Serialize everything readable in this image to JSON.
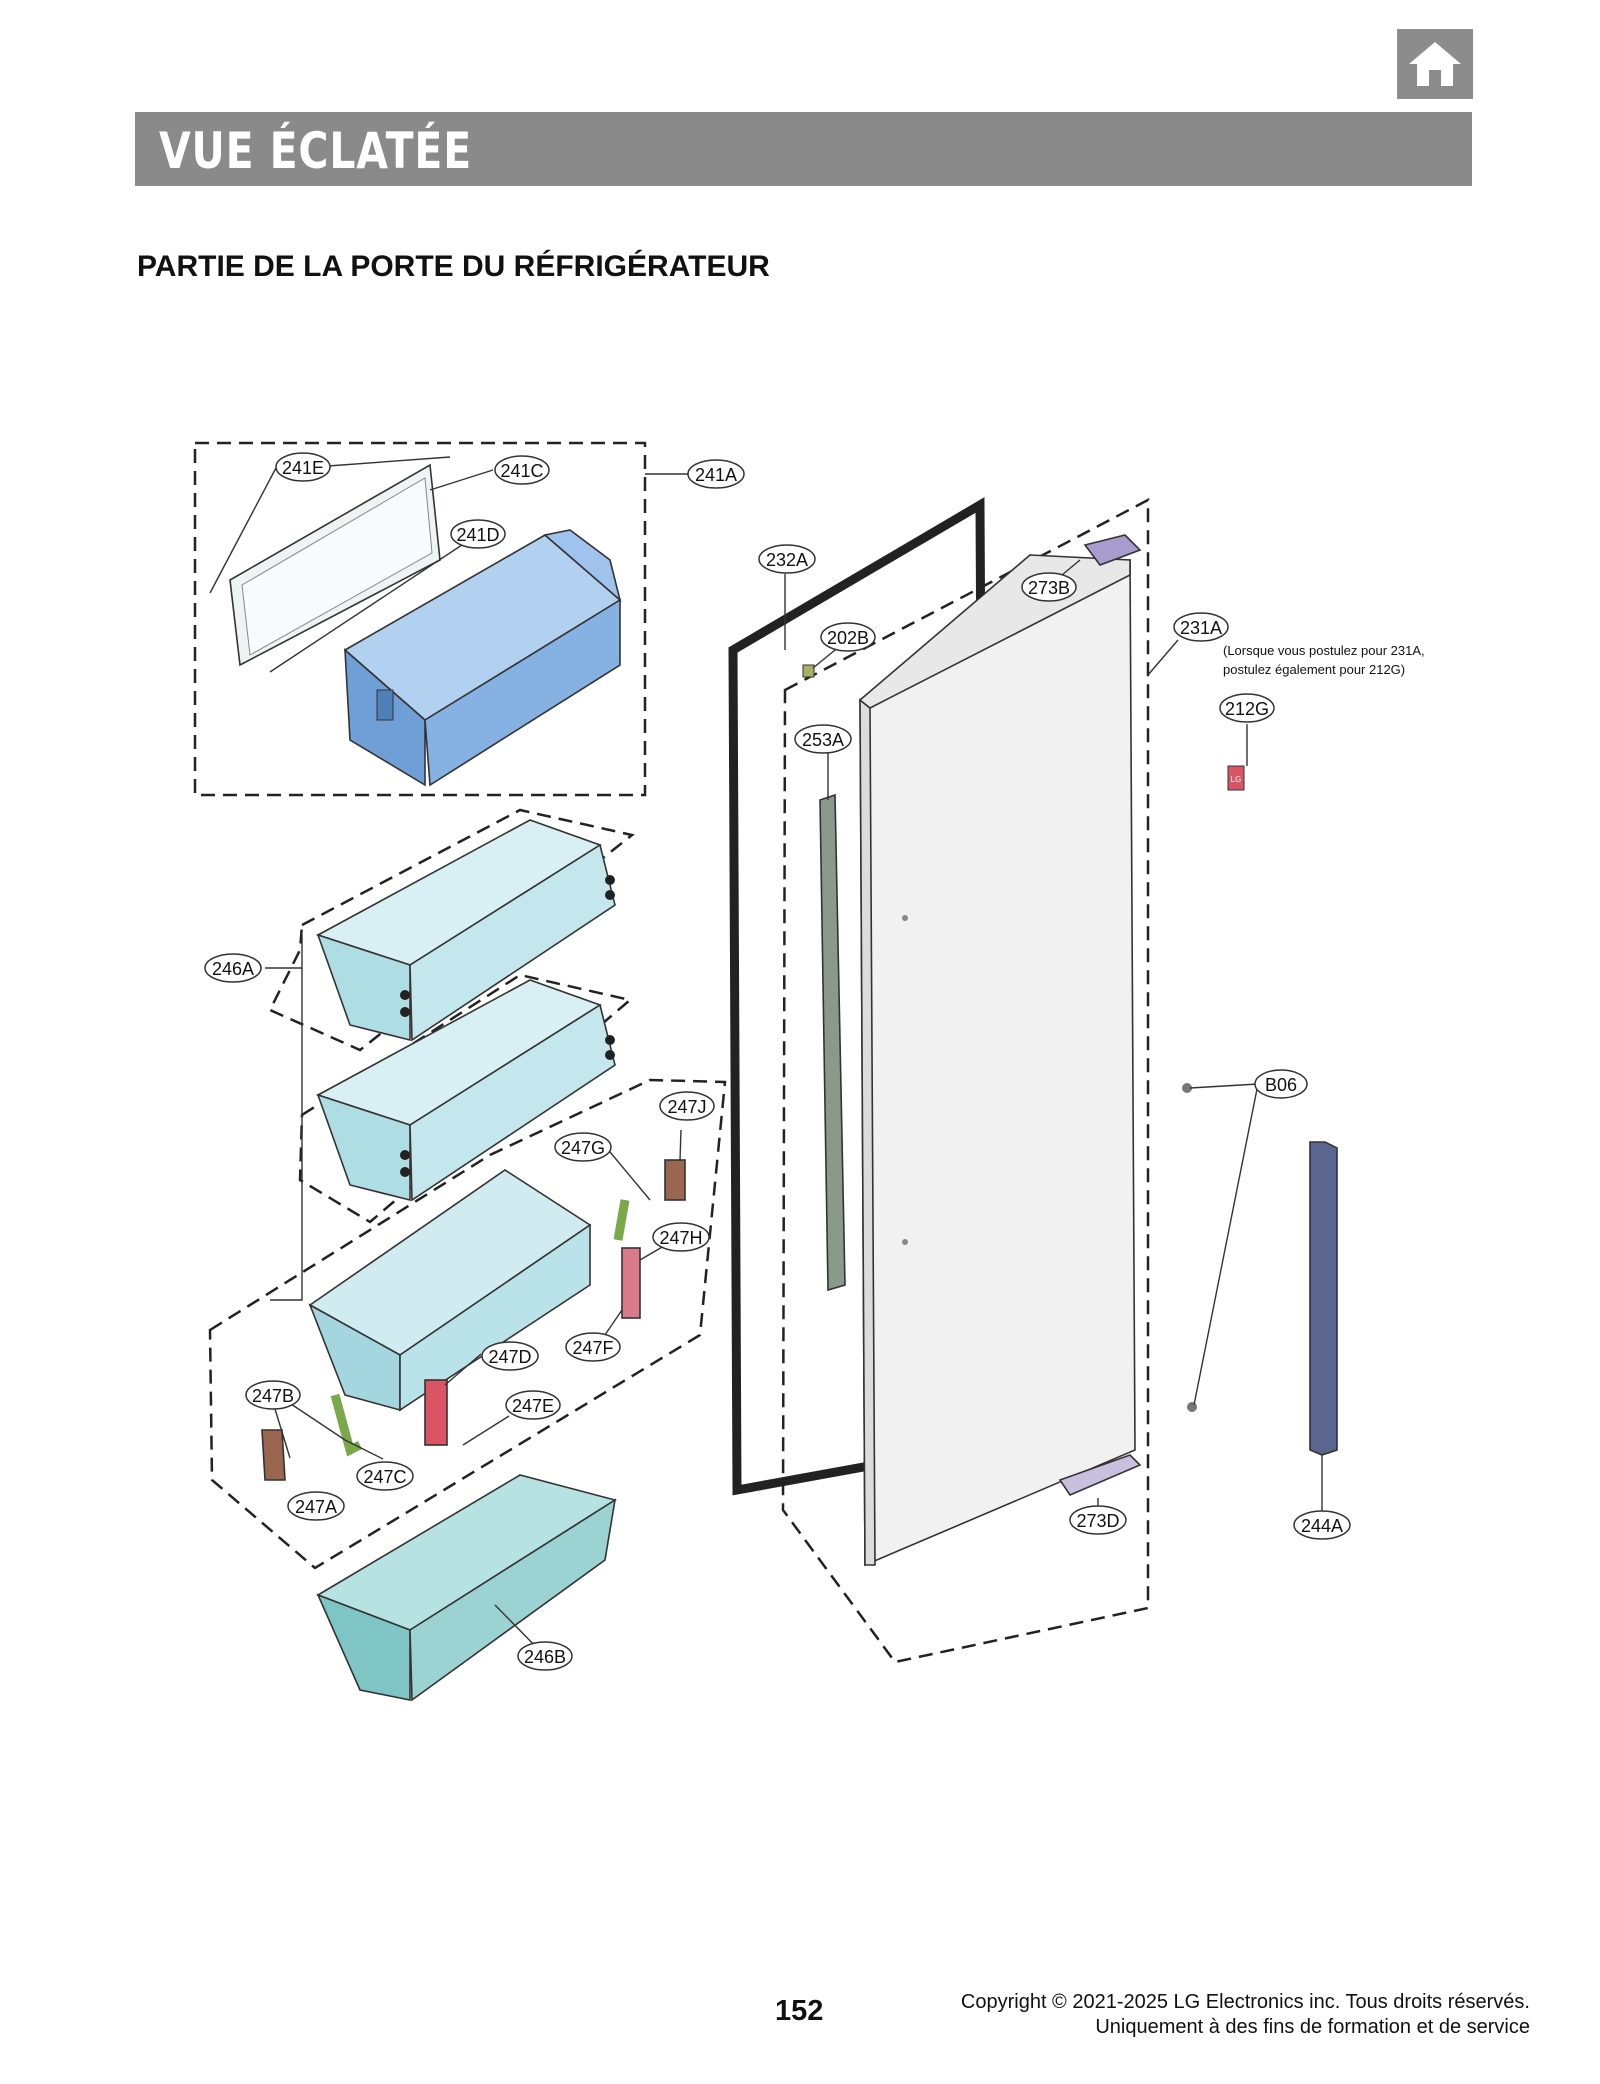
{
  "header": {
    "home_icon": "home-icon",
    "title": "VUE ÉCLATÉE"
  },
  "section_title": "PARTIE DE LA PORTE DU RÉFRIGÉRATEUR",
  "callouts": {
    "c241A": "241A",
    "c241C": "241C",
    "c241D": "241D",
    "c241E": "241E",
    "c232A": "232A",
    "c202B": "202B",
    "c253A": "253A",
    "c273B": "273B",
    "c231A": "231A",
    "c212G": "212G",
    "c246A": "246A",
    "c246B": "246B",
    "c247A": "247A",
    "c247B": "247B",
    "c247C": "247C",
    "c247D": "247D",
    "c247E": "247E",
    "c247F": "247F",
    "c247G": "247G",
    "c247H": "247H",
    "c247J": "247J",
    "cB06": "B06",
    "c273D": "273D",
    "c244A": "244A"
  },
  "note_231A": {
    "line1": "(Lorsque vous postulez pour 231A,",
    "line2": "postulez également pour 212G)"
  },
  "emblem": "LG",
  "footer": {
    "page_number": "152",
    "copyright_line1": "Copyright © 2021-2025 LG Electronics inc. Tous droits réservés.",
    "copyright_line2": "Uniquement à des fins de formation et de service"
  },
  "colors": {
    "banner": "#8a8a8a",
    "bin_blue": "#8fb7e3",
    "bin_cyan": "#bfe3ea",
    "bin_teal": "#8fcfcf",
    "door": "#f1f1f1",
    "part_red": "#d95566",
    "part_brown": "#9a6650",
    "part_green": "#7aa84a",
    "handle": "#5b6690"
  }
}
